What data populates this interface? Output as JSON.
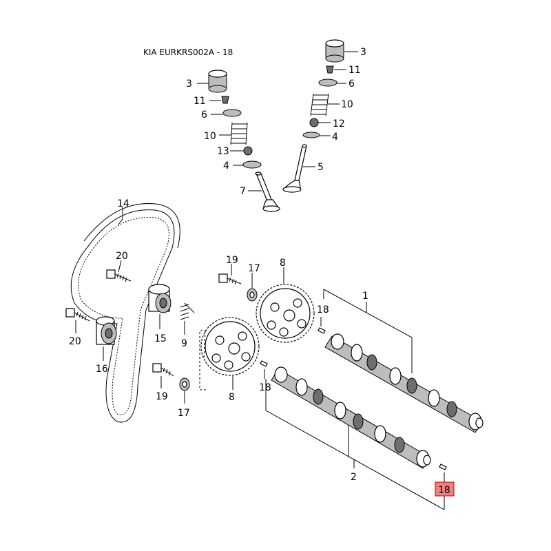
{
  "title": "KIA EURKRS002A - 18",
  "labels": {
    "l3a": "3",
    "l11a": "11",
    "l6a": "6",
    "l10a": "10",
    "l12": "12",
    "l4a": "4",
    "l5": "5",
    "l3b": "3",
    "l11b": "11",
    "l6b": "6",
    "l10b": "10",
    "l13": "13",
    "l4b": "4",
    "l7": "7",
    "l14": "14",
    "l20a": "20",
    "l20b": "20",
    "l15": "15",
    "l16": "16",
    "l9": "9",
    "l19a": "19",
    "l17a": "17",
    "l8a": "8",
    "l19b": "19",
    "l17b": "17",
    "l8b": "8",
    "l1": "1",
    "l18a": "18",
    "l18b": "18",
    "l2": "2",
    "l18c": "18"
  },
  "highlight_color": "#f08080"
}
